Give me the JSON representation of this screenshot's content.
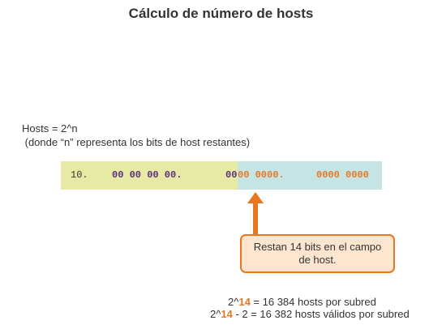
{
  "title": "Cálculo de número de hosts",
  "formula": {
    "line1": "Hosts = 2^n",
    "line2": " (donde “n” representa los bits de host restantes)"
  },
  "bits": {
    "first_octet": "10.",
    "network_bits": "00 00 00 00.",
    "boundary_bits": "00",
    "host_bits_a": "00 0000.",
    "host_bits_b": "0000 0000"
  },
  "callout": {
    "text": "Restan 14 bits en el campo de host."
  },
  "results": {
    "line1": {
      "base": "2^",
      "exp": "14",
      "rest": " = 16 384 hosts por subred"
    },
    "line2": {
      "base": "2^",
      "exp": "14",
      "rest": " - 2 = 16 382 hosts válidos por subred"
    }
  },
  "colors": {
    "network_bg": "#e6eaa4",
    "host_bg": "#c6e4e4",
    "network_text": "#5b2d7d",
    "host_text": "#e87722",
    "callout_bg": "#fde5cf",
    "callout_border": "#e87722"
  }
}
